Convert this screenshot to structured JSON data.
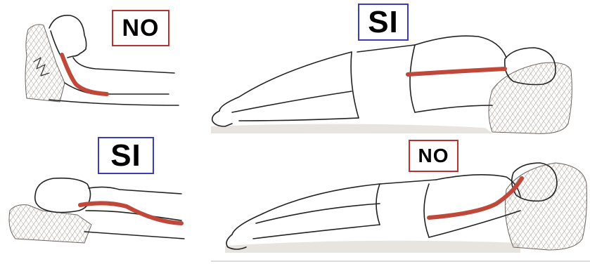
{
  "labels": {
    "no_1": "NO",
    "si_1": "SI",
    "si_2": "SI",
    "no_2": "NO"
  },
  "colors": {
    "spine": "#c0483a",
    "border_no": "#b43232",
    "border_si": "#3c3cb4",
    "pillow_shade": "#8a8076"
  }
}
